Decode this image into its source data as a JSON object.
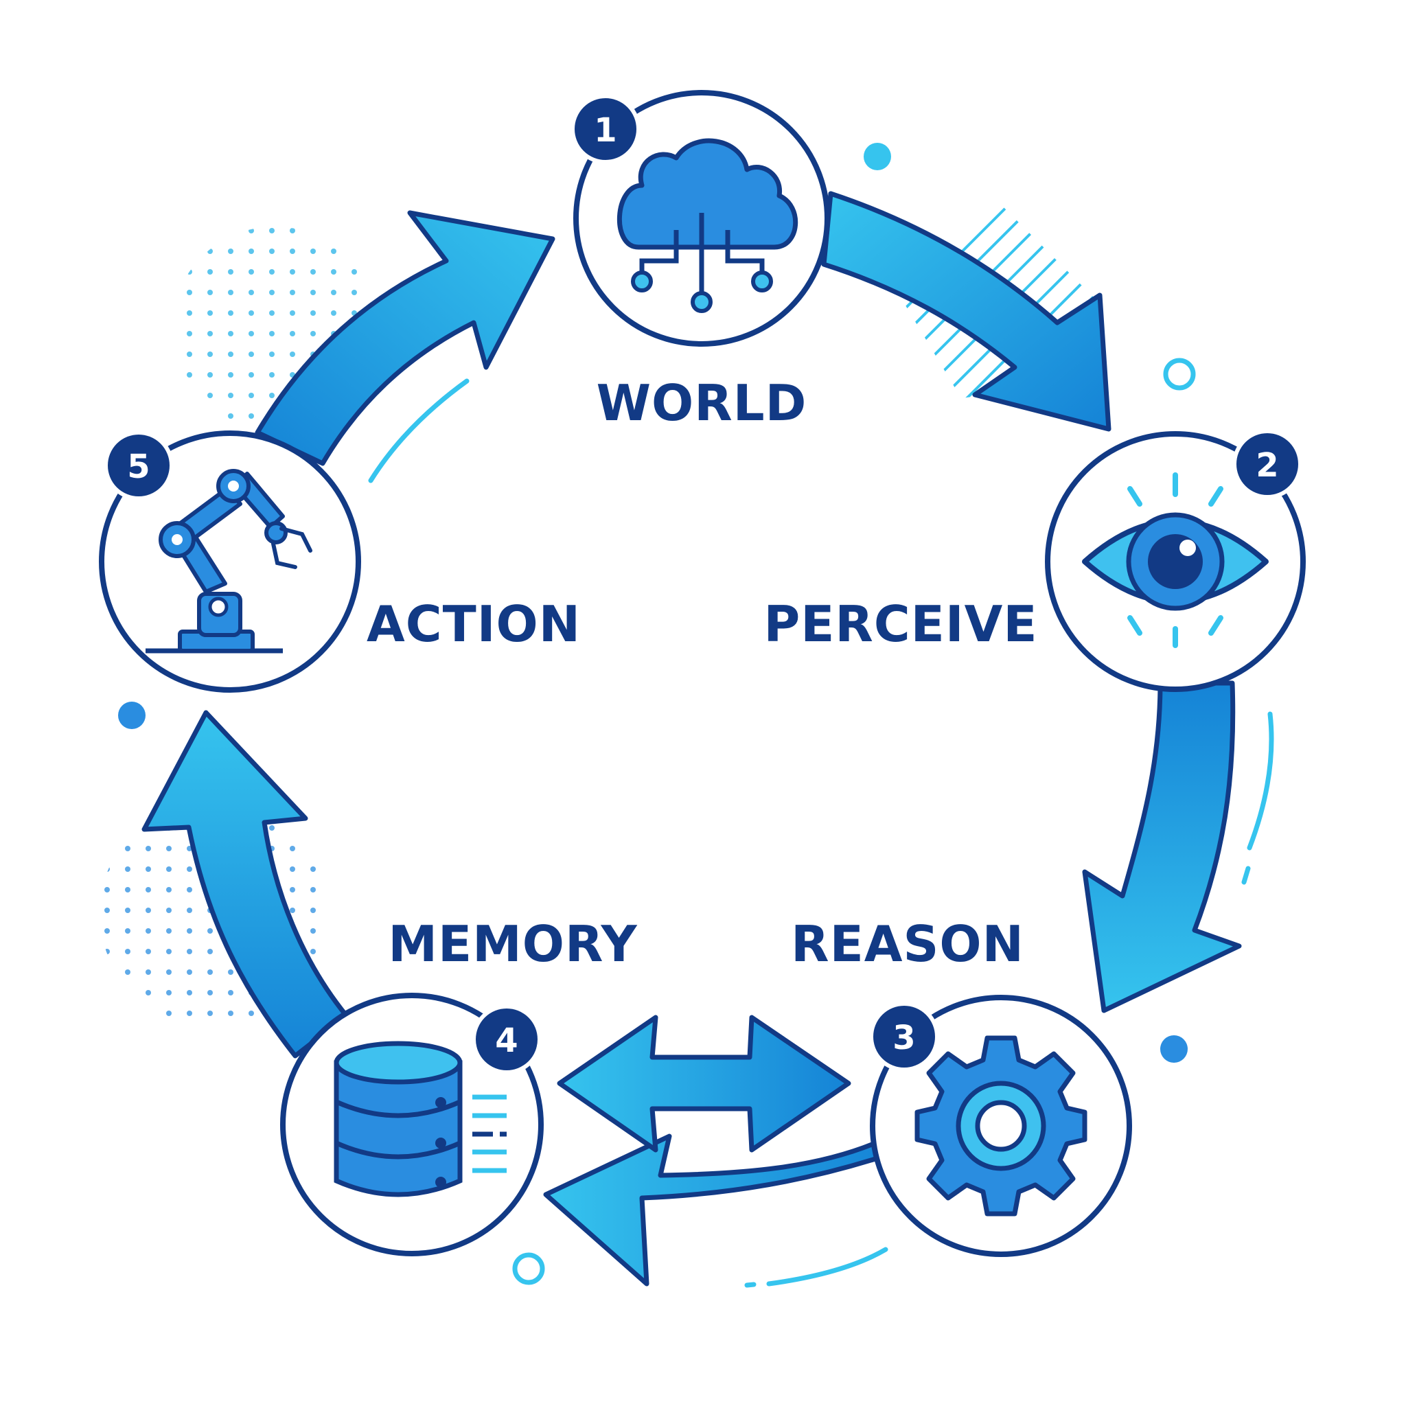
{
  "colors": {
    "navy": "#123a85",
    "arrow_dark": "#1583d6",
    "arrow_light": "#36c4ee",
    "icon_fill": "#2a8de0",
    "icon_light": "#3fc1ef",
    "accent": "#33b7e8",
    "white": "#ffffff"
  },
  "stages": {
    "world": {
      "number": "1",
      "label": "WORLD",
      "icon": "cloud-network-icon"
    },
    "perceive": {
      "number": "2",
      "label": "PERCEIVE",
      "icon": "eye-icon"
    },
    "reason": {
      "number": "3",
      "label": "REASON",
      "icon": "gear-icon"
    },
    "memory": {
      "number": "4",
      "label": "MEMORY",
      "icon": "database-icon"
    },
    "action": {
      "number": "5",
      "label": "ACTION",
      "icon": "robot-arm-icon"
    }
  }
}
